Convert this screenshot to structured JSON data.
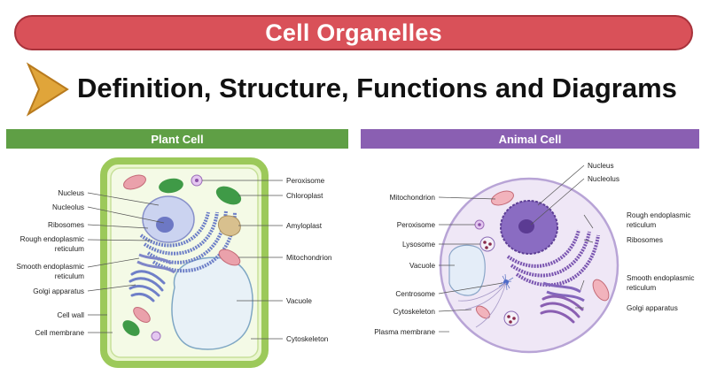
{
  "title": "Cell Organelles",
  "subtitle": "Definition, Structure, Functions and Diagrams",
  "colors": {
    "title_banner": "#d95159",
    "plant_header": "#5f9f45",
    "animal_header": "#8a5fb2",
    "arrow_fill": "#e0a53a"
  },
  "plant_cell": {
    "header": "Plant Cell",
    "labels_left": {
      "nucleus": "Nucleus",
      "nucleolus": "Nucleolus",
      "ribosomes": "Ribosomes",
      "rough_er_1": "Rough endoplasmic",
      "rough_er_2": "reticulum",
      "smooth_er_1": "Smooth endoplasmic",
      "smooth_er_2": "reticulum",
      "golgi": "Golgi apparatus",
      "cell_wall": "Cell wall",
      "cell_membrane": "Cell membrane"
    },
    "labels_right": {
      "peroxisome": "Peroxisome",
      "chloroplast": "Chloroplast",
      "amyloplast": "Amyloplast",
      "mitochondrion": "Mitochondrion",
      "vacuole": "Vacuole",
      "cytoskeleton": "Cytoskeleton"
    }
  },
  "animal_cell": {
    "header": "Animal Cell",
    "labels_left": {
      "mitochondrion": "Mitochondrion",
      "peroxisome": "Peroxisome",
      "lysosome": "Lysosome",
      "vacuole": "Vacuole",
      "centrosome": "Centrosome",
      "cytoskeleton": "Cytoskeleton",
      "plasma_membrane": "Plasma membrane"
    },
    "labels_right": {
      "nucleus": "Nucleus",
      "nucleolus": "Nucleolus",
      "rough_er_1": "Rough endoplasmic",
      "rough_er_2": "reticulum",
      "ribosomes": "Ribosomes",
      "smooth_er_1": "Smooth endoplasmic",
      "smooth_er_2": "reticulum",
      "golgi": "Golgi apparatus"
    }
  }
}
